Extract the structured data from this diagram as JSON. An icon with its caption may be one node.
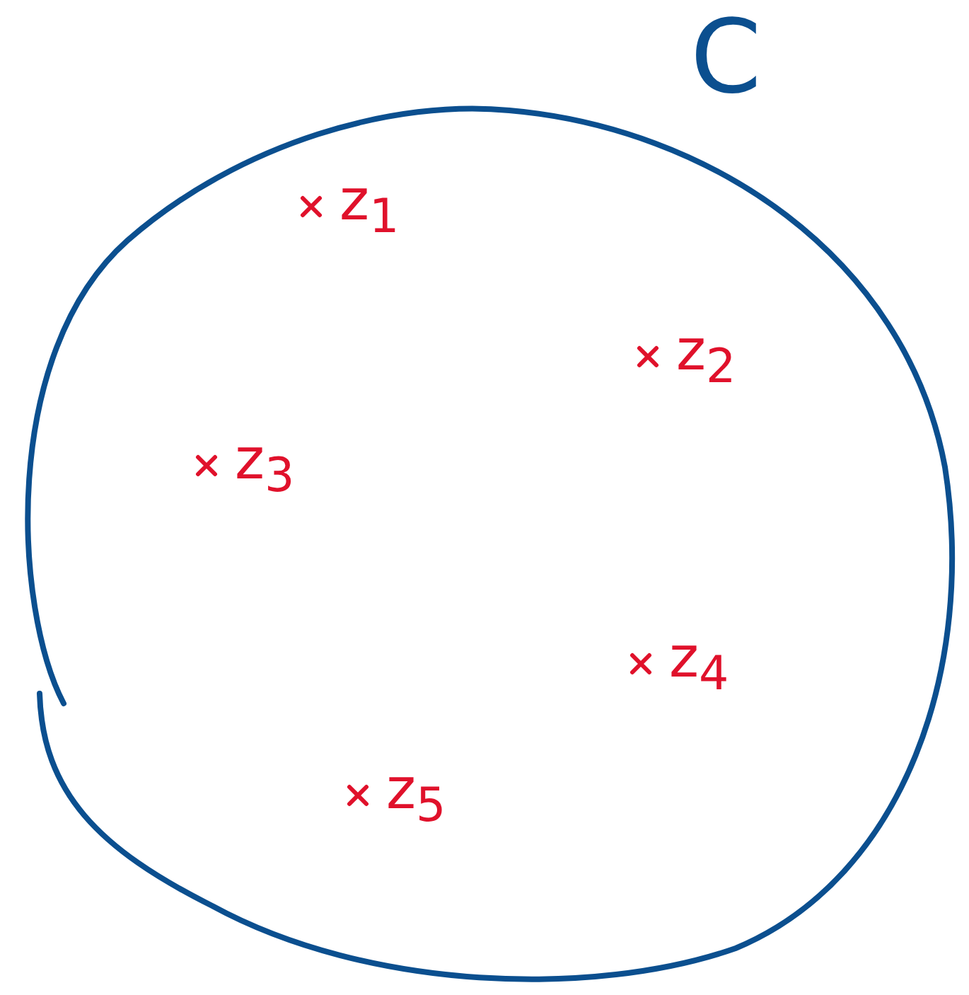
{
  "diagram": {
    "nodes": [
      {
        "text": [
          "C"
        ]
      },
      {
        "text": [
          "z$_{1}$"
        ],
        "in": 0
      },
      {
        "text": [
          "z$_{2}$"
        ],
        "in": 0
      },
      {
        "text": [
          "z$_{3}$"
        ],
        "in": 0
      },
      {
        "text": [
          "z$_{4}$"
        ],
        "in": 0
      },
      {
        "text": [
          "z$_{5}$"
        ],
        "in": 0
      }
    ],
    "edges": []
  }
}
